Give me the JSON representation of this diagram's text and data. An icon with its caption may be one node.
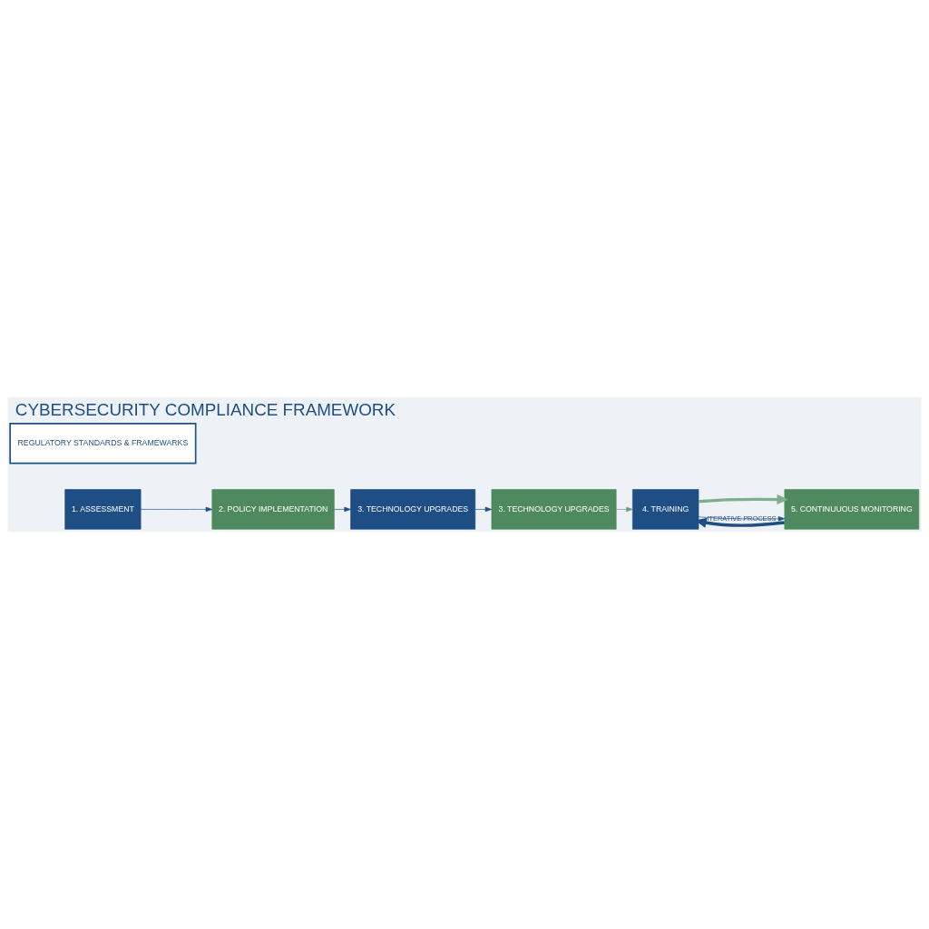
{
  "diagram": {
    "title": "CYBERSECURITY COMPLIANCE FRAMEWORK",
    "nodes": [
      {
        "text": [
          "1. ASSESSMENT"
        ]
      },
      {
        "text": [
          "2. POLICY IMPLEMENTATION"
        ]
      },
      {
        "text": [
          "3. TECHNOLOGY UPGRADES"
        ]
      },
      {
        "text": [
          "3. TECHNOLOGY UPGRADES"
        ]
      },
      {
        "text": [
          "4. TRAINING"
        ]
      },
      {
        "text": [
          "5. CONTINUUOUS MONITORING"
        ]
      },
      {
        "text": [
          "REGULATORY STANDARDS & FRAMEWARKS"
        ]
      }
    ],
    "edges": [
      {
        "from": 0,
        "to": 1,
        "arrow": "to"
      },
      {
        "from": 1,
        "to": 2,
        "arrow": "to"
      },
      {
        "from": 2,
        "to": 3,
        "arrow": "to"
      },
      {
        "from": 3,
        "to": 4,
        "arrow": "to",
        "color": "#6a9c7a"
      },
      {
        "from": 4,
        "to": 5,
        "arrow": "to"
      },
      {
        "from": 4,
        "to": 5,
        "arrow": "to",
        "style": "thick",
        "color": "#7fae8e"
      },
      {
        "from": 5,
        "to": 4,
        "label": "ITERATIVE PROCESS",
        "arrow": "to",
        "style": "thick"
      }
    ]
  }
}
